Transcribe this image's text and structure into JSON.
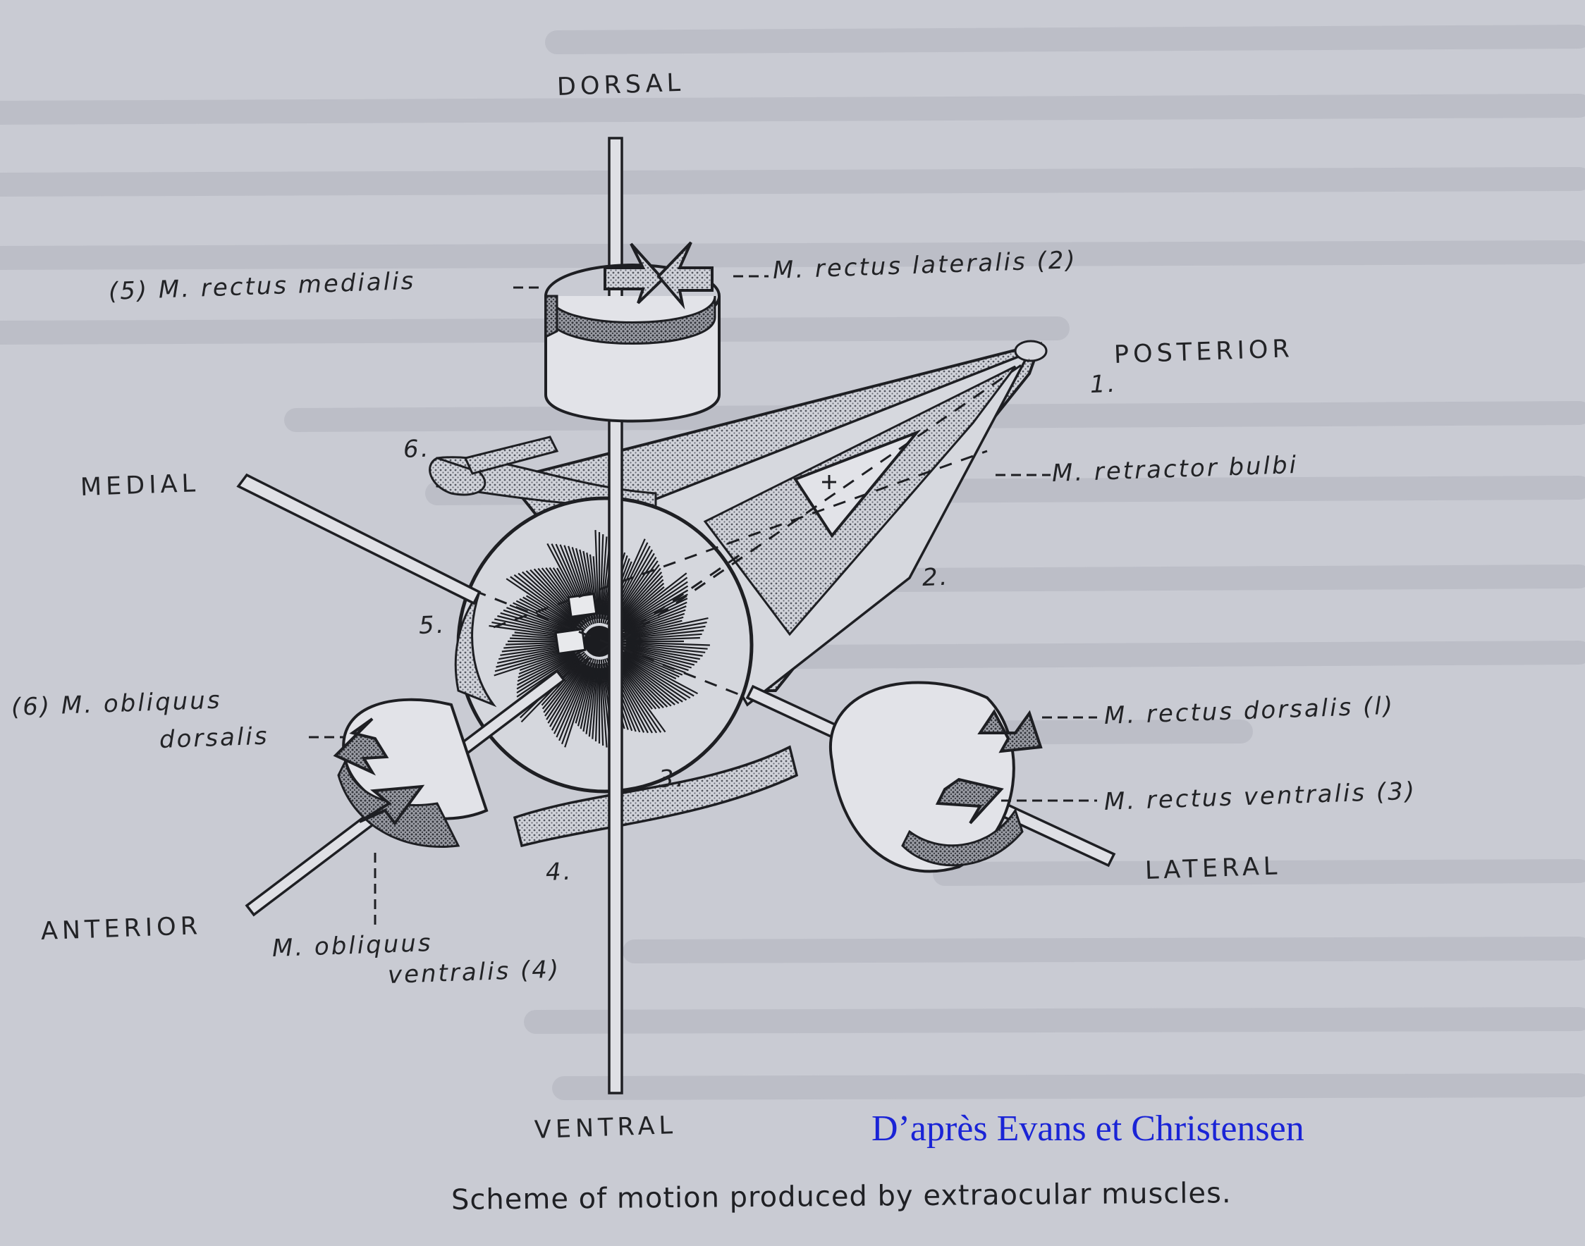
{
  "directions": {
    "dorsal": "DORSAL",
    "ventral": "VENTRAL",
    "medial": "MEDIAL",
    "lateral": "LATERAL",
    "posterior": "POSTERIOR",
    "anterior": "ANTERIOR"
  },
  "muscles": {
    "rectus_medialis": "(5) M. rectus  medialis",
    "rectus_lateralis": "M. rectus  lateralis  (2)",
    "retractor_bulbi": "M.  retractor  bulbi",
    "obliquus_dorsalis_1": "(6) M. obliquus",
    "obliquus_dorsalis_2": "dorsalis",
    "rectus_dorsalis": "M. rectus  dorsalis  (l)",
    "rectus_ventralis": "M. rectus  ventralis  (3)",
    "obliquus_ventralis_1": "M. obliquus",
    "obliquus_ventralis_2": "ventralis  (4)"
  },
  "numbers": [
    "1.",
    "2.",
    "3.",
    "4.",
    "5.",
    "6."
  ],
  "caption": "Scheme of motion produced by extraocular muscles.",
  "credit": "D’après Evans et Christensen",
  "colors": {
    "credit": "#1a24d6",
    "ink": "#222326",
    "paper": "#c9cbd3"
  }
}
